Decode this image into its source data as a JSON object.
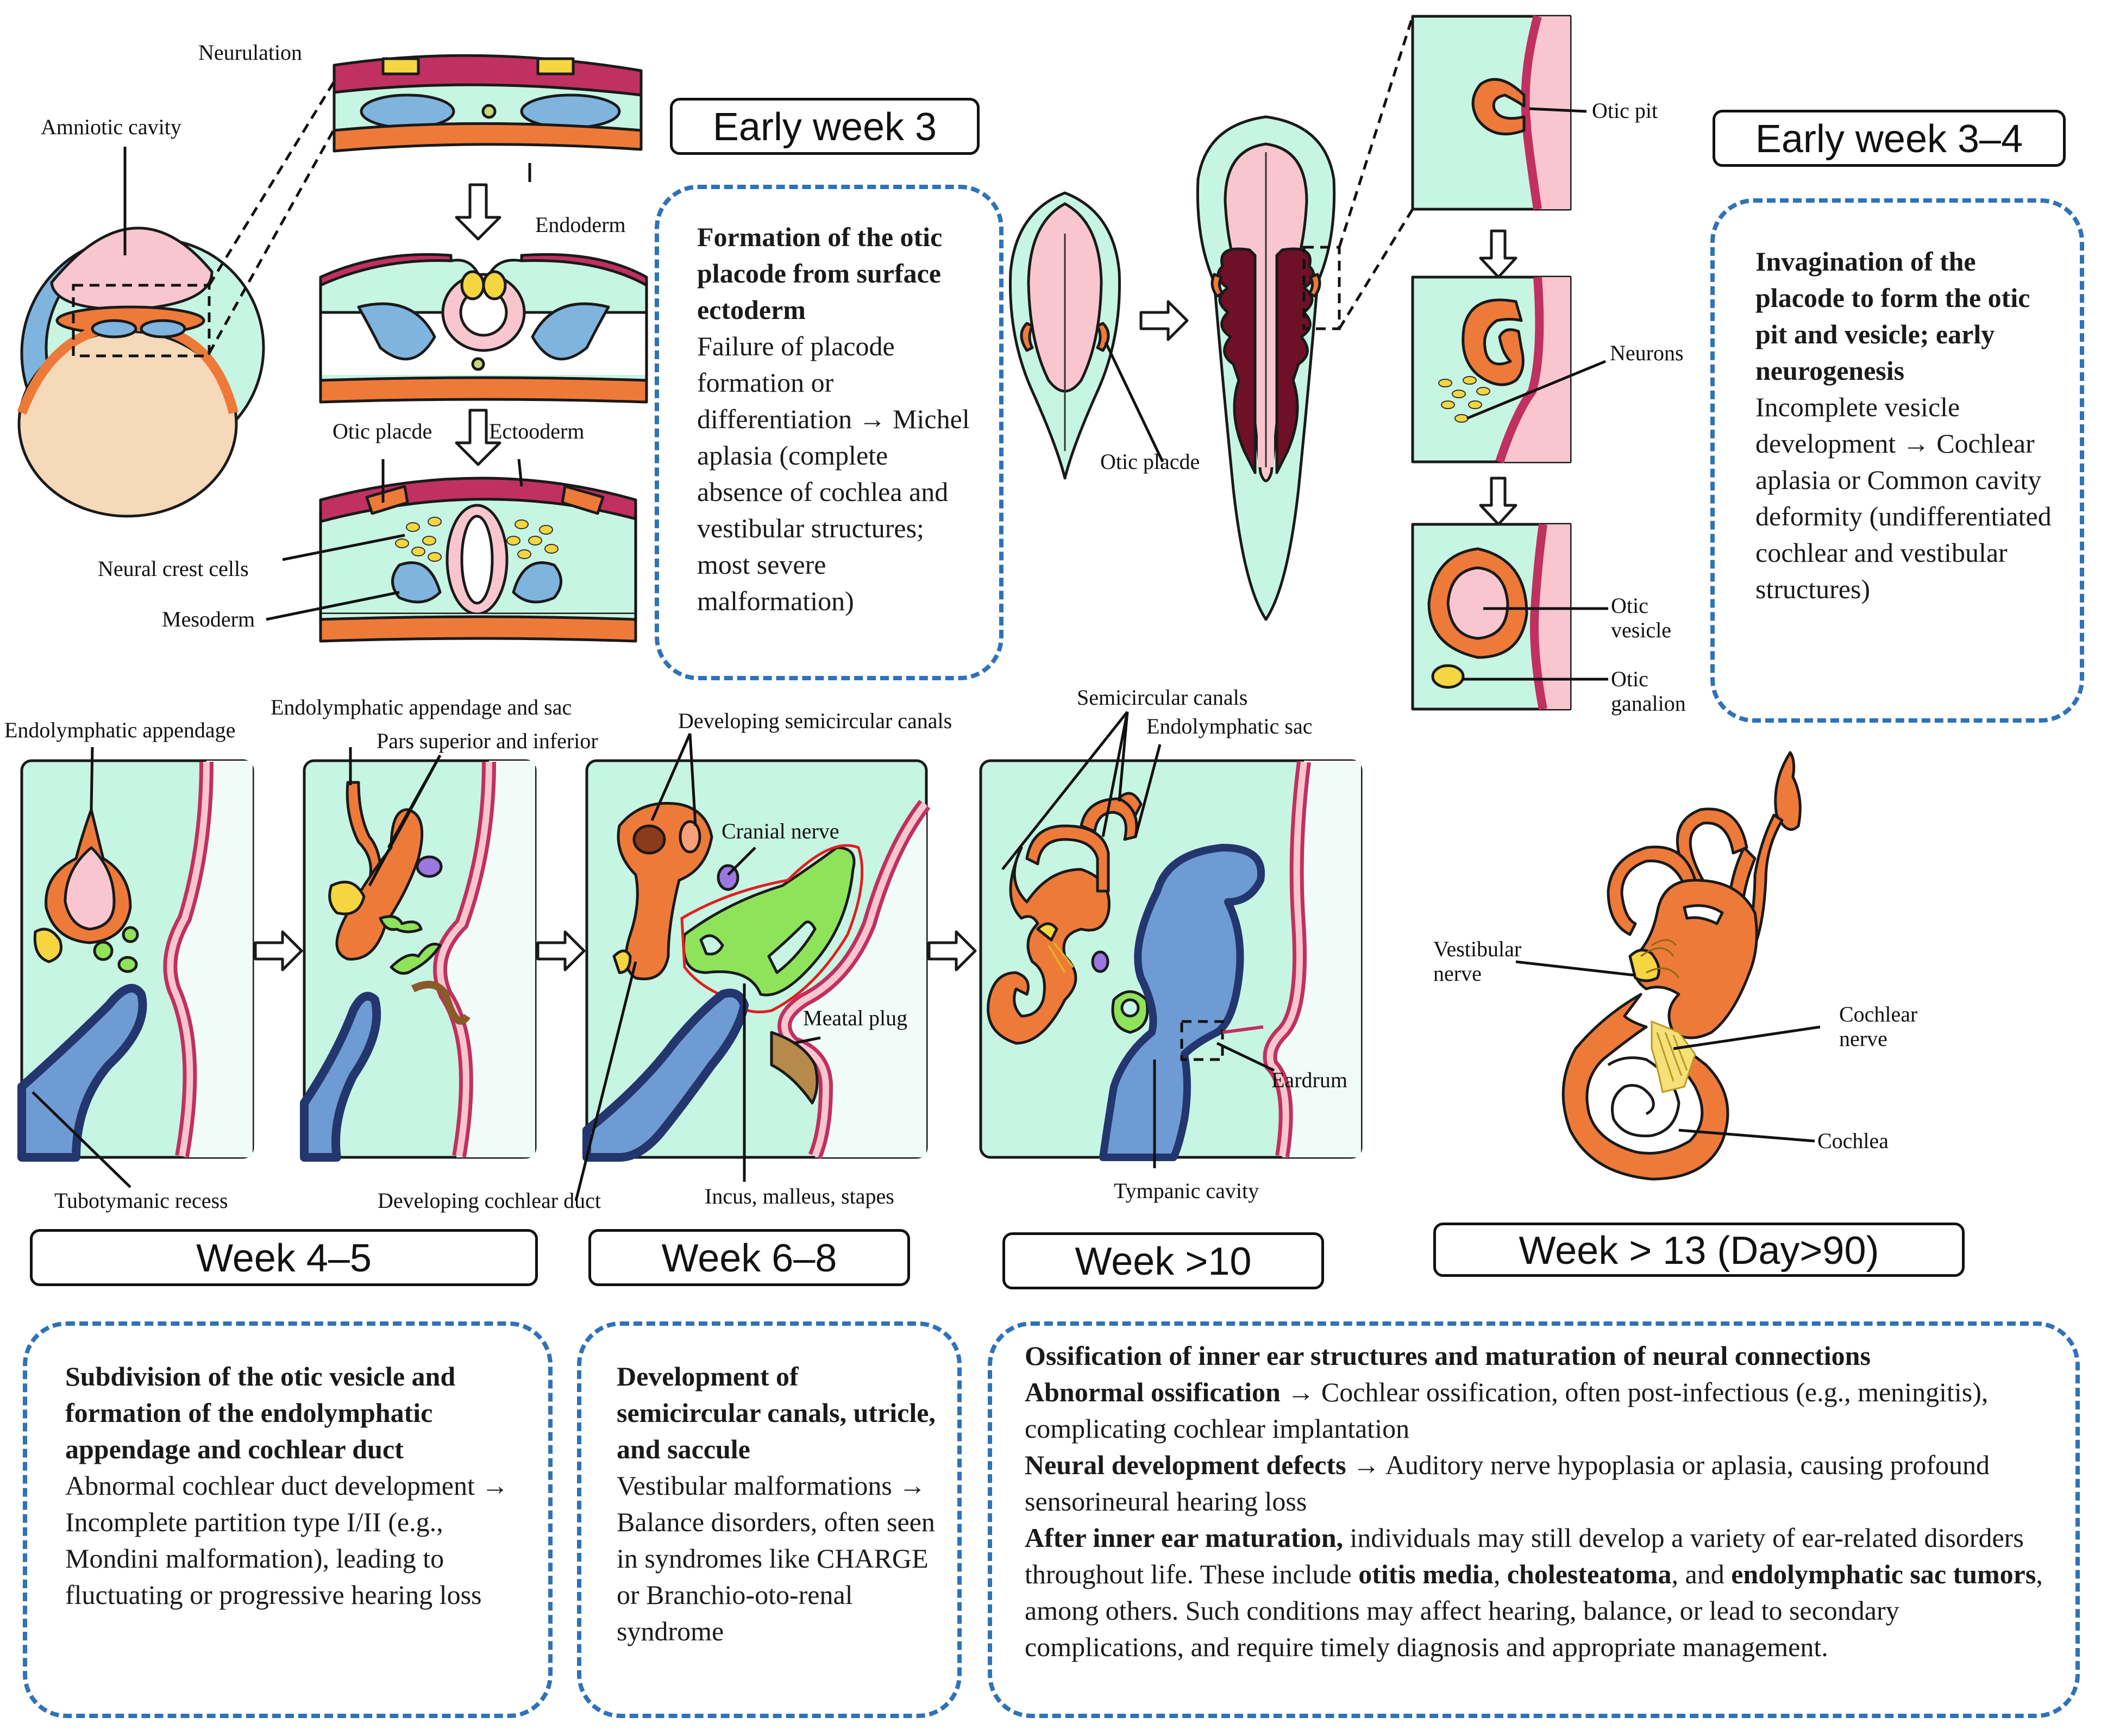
{
  "labels": {
    "neurulation": "Neurulation",
    "amniotic_cavity": "Amniotic cavity",
    "endoderm": "Endoderm",
    "otic_placode_top": "Otic placde",
    "ectoderm": "Ectooderm",
    "neural_crest_cells": "Neural crest cells",
    "mesoderm": "Mesoderm",
    "otic_placode_embryo": "Otic placde",
    "otic_pit": "Otic pit",
    "neurons": "Neurons",
    "otic_vesicle": "Otic\nvesicle",
    "otic_ganglion": "Otic\nganalion",
    "endolymphatic_appendage": "Endolymphatic appendage",
    "endolymphatic_appendage_sac": "Endolymphatic appendage and sac",
    "pars_superior_inferior": "Pars superior and inferior",
    "developing_semicircular_canals": "Developing semicircular canals",
    "cranial_nerve": "Cranial nerve",
    "meatal_plug": "Meatal plug",
    "semicircular_canals": "Semicircular canals",
    "endolymphatic_sac": "Endolymphatic sac",
    "eardrum": "Eardrum",
    "tubotympanic_recess": "Tubotymanic recess",
    "developing_cochlear_duct": "Developing cochlear duct",
    "incus_malleus_stapes": "Incus, malleus, stapes",
    "tympanic_cavity": "Tympanic cavity",
    "vestibular_nerve": "Vestibular\nnerve",
    "cochlear_nerve": "Cochlear\nnerve",
    "cochlea": "Cochlea"
  },
  "stages": {
    "early_week_3": "Early week 3",
    "early_week_3_4": "Early week 3–4",
    "week_4_5": "Week 4–5",
    "week_6_8": "Week 6–8",
    "week_10": "Week >10",
    "week_13": "Week > 13 (Day>90)"
  },
  "boxes": {
    "week3": {
      "title": "Formation of the otic placode from surface ectoderm",
      "body": "Failure of placode formation or differentiation → Michel aplasia (complete absence of cochlea and vestibular structures; most severe malformation)"
    },
    "week3_4": {
      "title": "Invagination of the placode to form the otic pit and vesicle; early neurogenesis",
      "body": "Incomplete vesicle development → Cochlear aplasia or Common cavity deformity (undifferentiated cochlear and vestibular structures)"
    },
    "week4_5": {
      "title": "Subdivision of the otic vesicle and formation of the endolymphatic appendage and cochlear duct",
      "body": "Abnormal cochlear duct development → Incomplete partition type I/II (e.g., Mondini malformation), leading to fluctuating or progressive hearing loss"
    },
    "week6_8": {
      "title": "Development of semicircular canals, utricle, and saccule",
      "body": "Vestibular malformations → Balance disorders, often seen in syndromes like CHARGE or Branchio-oto-renal  syndrome"
    },
    "week10": {
      "title": "Ossification of inner ear structures and maturation of neural connections",
      "p1_bold": "Abnormal ossification",
      "p1_text": " → Cochlear ossification, often post-infectious (e.g., meningitis), complicating cochlear implantation",
      "p2_bold": "Neural development defects",
      "p2_text": " → Auditory nerve hypoplasia or aplasia, causing profound sensorineural hearing loss",
      "p3_bold": "After inner ear maturation,",
      "p3_text1": " individuals may still develop a variety of ear-related disorders throughout life. These include ",
      "p3_b1": "otitis media",
      "p3_sep1": ", ",
      "p3_b2": "cholesteatoma",
      "p3_sep2": ", and ",
      "p3_b3": "endolymphatic sac tumors",
      "p3_text2": ", among others. Such conditions may affect hearing, balance, or lead to secondary complications, and require timely diagnosis and appropriate management."
    }
  },
  "colors": {
    "mint": "#c7f5e3",
    "pink": "#f9c6cf",
    "crimson": "#c03060",
    "orange": "#ee7a3a",
    "blue": "#6f9bd4",
    "navy": "#24366e",
    "yellow": "#f6d640",
    "green": "#8ee35a",
    "purple": "#9b78e0",
    "maroon": "#6e1028",
    "dashed_box": "#2f72b8"
  }
}
